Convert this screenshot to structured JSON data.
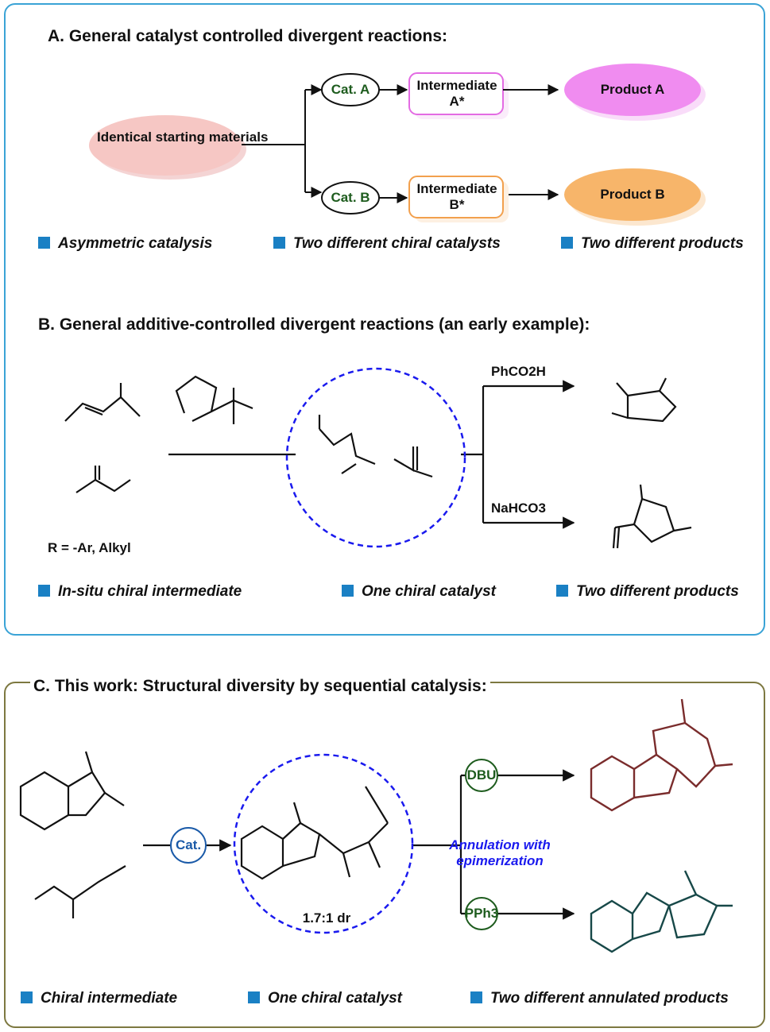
{
  "sectionA": {
    "title": "A. General catalyst controlled divergent reactions:",
    "start_label": "Identical starting materials",
    "cat_a": "Cat. A",
    "cat_b": "Cat. B",
    "intermediate_a": "Intermediate A*",
    "intermediate_b": "Intermediate B*",
    "product_a": "Product A",
    "product_b": "Product B",
    "bullets": [
      "Asymmetric catalysis",
      "Two different chiral catalysts",
      "Two different products"
    ]
  },
  "sectionB": {
    "title": "B. General additive-controlled divergent reactions (an early example):",
    "r_def": "R = -Ar, Alkyl",
    "additive_top": "PhCO2H",
    "additive_bottom": "NaHCO3",
    "bullets": [
      "In-situ chiral intermediate",
      "One chiral catalyst",
      "Two different products"
    ]
  },
  "sectionC": {
    "title": "C. This work: Structural diversity by sequential catalysis:",
    "cat": "Cat.",
    "dr": "1.7:1 dr",
    "annulation": "Annulation with epimerization",
    "dbu": "DBU",
    "pph3": "PPh3",
    "bullets": [
      "Chiral intermediate",
      "One chiral catalyst",
      "Two different annulated products"
    ]
  },
  "colors": {
    "panel_ab_border": "#3aa3d6",
    "panel_c_border": "#7d7840",
    "bullet": "#1a80c4",
    "start_ellipse": "#f6c7c4",
    "product_a": "#f08cf0",
    "product_b": "#f7b56a",
    "cat_text": "#1e5c1e",
    "product_red": "#7a2c2c",
    "product_teal": "#174848",
    "dashed_circle": "#1a1aee",
    "annulation_text": "#1a1aee"
  }
}
